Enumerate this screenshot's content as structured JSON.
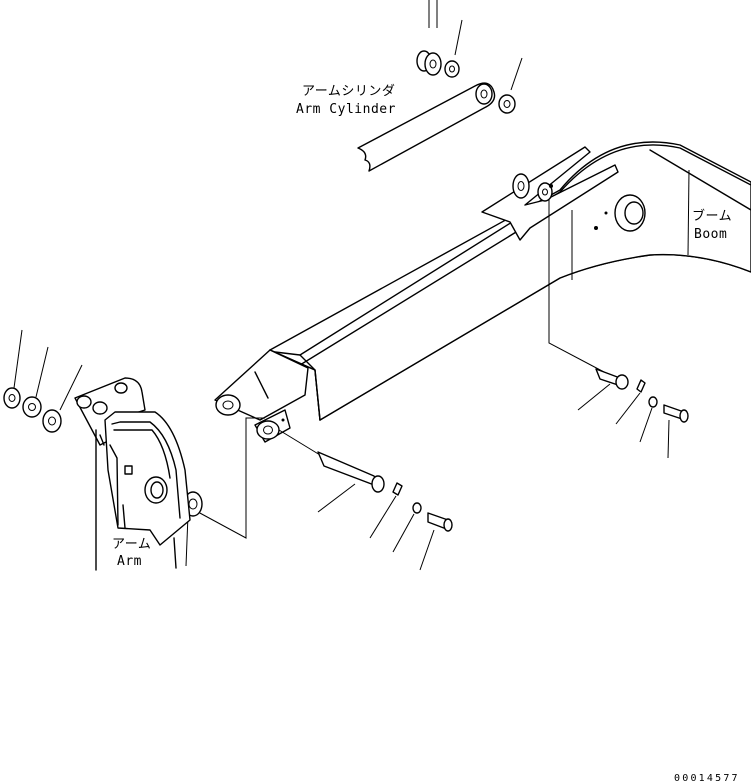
{
  "labels": {
    "arm_cylinder_jp": "アームシリンダ",
    "arm_cylinder_en": "Arm Cylinder",
    "boom_jp": "ブーム",
    "boom_en": "Boom",
    "arm_jp": "アーム",
    "arm_en": "Arm"
  },
  "drawing_number": "00014577"
}
